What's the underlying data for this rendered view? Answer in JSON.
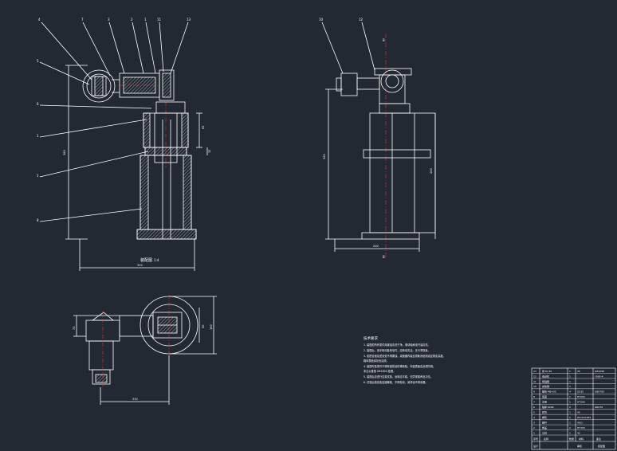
{
  "colors": {
    "background": "#222933",
    "line": "#ffffff",
    "hatch": "#cfd3d8",
    "center_line": "#ff3b3b"
  },
  "front_view": {
    "leader_labels": [
      "4",
      "7",
      "3",
      "2",
      "1",
      "11",
      "13",
      "5",
      "6",
      "1",
      "1",
      "8"
    ],
    "title": "装配图",
    "scale": "1:4",
    "dim_width": "310",
    "dim_height": "380",
    "dim_a": "65",
    "dim_b": "32"
  },
  "side_view": {
    "leader_labels": [
      "10",
      "12"
    ],
    "dim_height": "360",
    "dim_b": "200",
    "dim_width": "200",
    "axis_top": "B",
    "axis_bottom": "B"
  },
  "top_view": {
    "dim_width": "330",
    "dim_a": "70",
    "dim_b": "50",
    "dim_c": "160"
  },
  "notes": {
    "title": "技术要求",
    "lines": [
      "1. 装配前所有零件用煤油清洗干净，滚动轴承用汽油清洗。",
      "2. 装配后，用手转动各转动件，应转动灵活，无卡滞现象。",
      "3. 各配合面及密封处不得漏油，减速器内装全损耗系统用油至规定高度。",
      "   箱体表面涂灰色油漆。",
      "4. 装配时各零件不得有碰伤划伤等缺陷，外露表面应涂漆防锈。",
      "   未注公差按 GB1804 处理。",
      "5. 装配后应进行空载试验，运转应平稳，无异常噪声及冲击。",
      "6. 试验后检查各连接螺栓，不得松动，润滑油不得渗漏。"
    ]
  },
  "title_block": {
    "rows": [
      [
        "13",
        "键 8×36",
        "1",
        "45",
        "GB1096"
      ],
      [
        "12",
        "电动机",
        "1",
        "",
        "Y90S-4"
      ],
      [
        "11",
        "联轴器",
        "1",
        "",
        ""
      ],
      [
        "10",
        "减速器",
        "1",
        "",
        ""
      ],
      [
        "9",
        "螺栓 M8×25",
        "4",
        "Q235",
        "GB5782"
      ],
      [
        "8",
        "底座",
        "1",
        "HT200",
        ""
      ],
      [
        "7",
        "支架",
        "1",
        "HT200",
        ""
      ],
      [
        "6",
        "轴承 6206",
        "2",
        "",
        "GB276"
      ],
      [
        "5",
        "套筒",
        "1",
        "45",
        ""
      ],
      [
        "4",
        "蜗轮",
        "1",
        "ZCuSn10P1",
        ""
      ],
      [
        "3",
        "蜗杆",
        "1",
        "40Cr",
        ""
      ],
      [
        "2",
        "端盖",
        "2",
        "HT150",
        ""
      ],
      [
        "1",
        "立柱",
        "1",
        "45",
        ""
      ]
    ],
    "headers": [
      "序号",
      "名称",
      "数量",
      "材料",
      "备注"
    ],
    "footer_left": "设计",
    "footer_mid": "审核",
    "footer_right": "装配图"
  }
}
